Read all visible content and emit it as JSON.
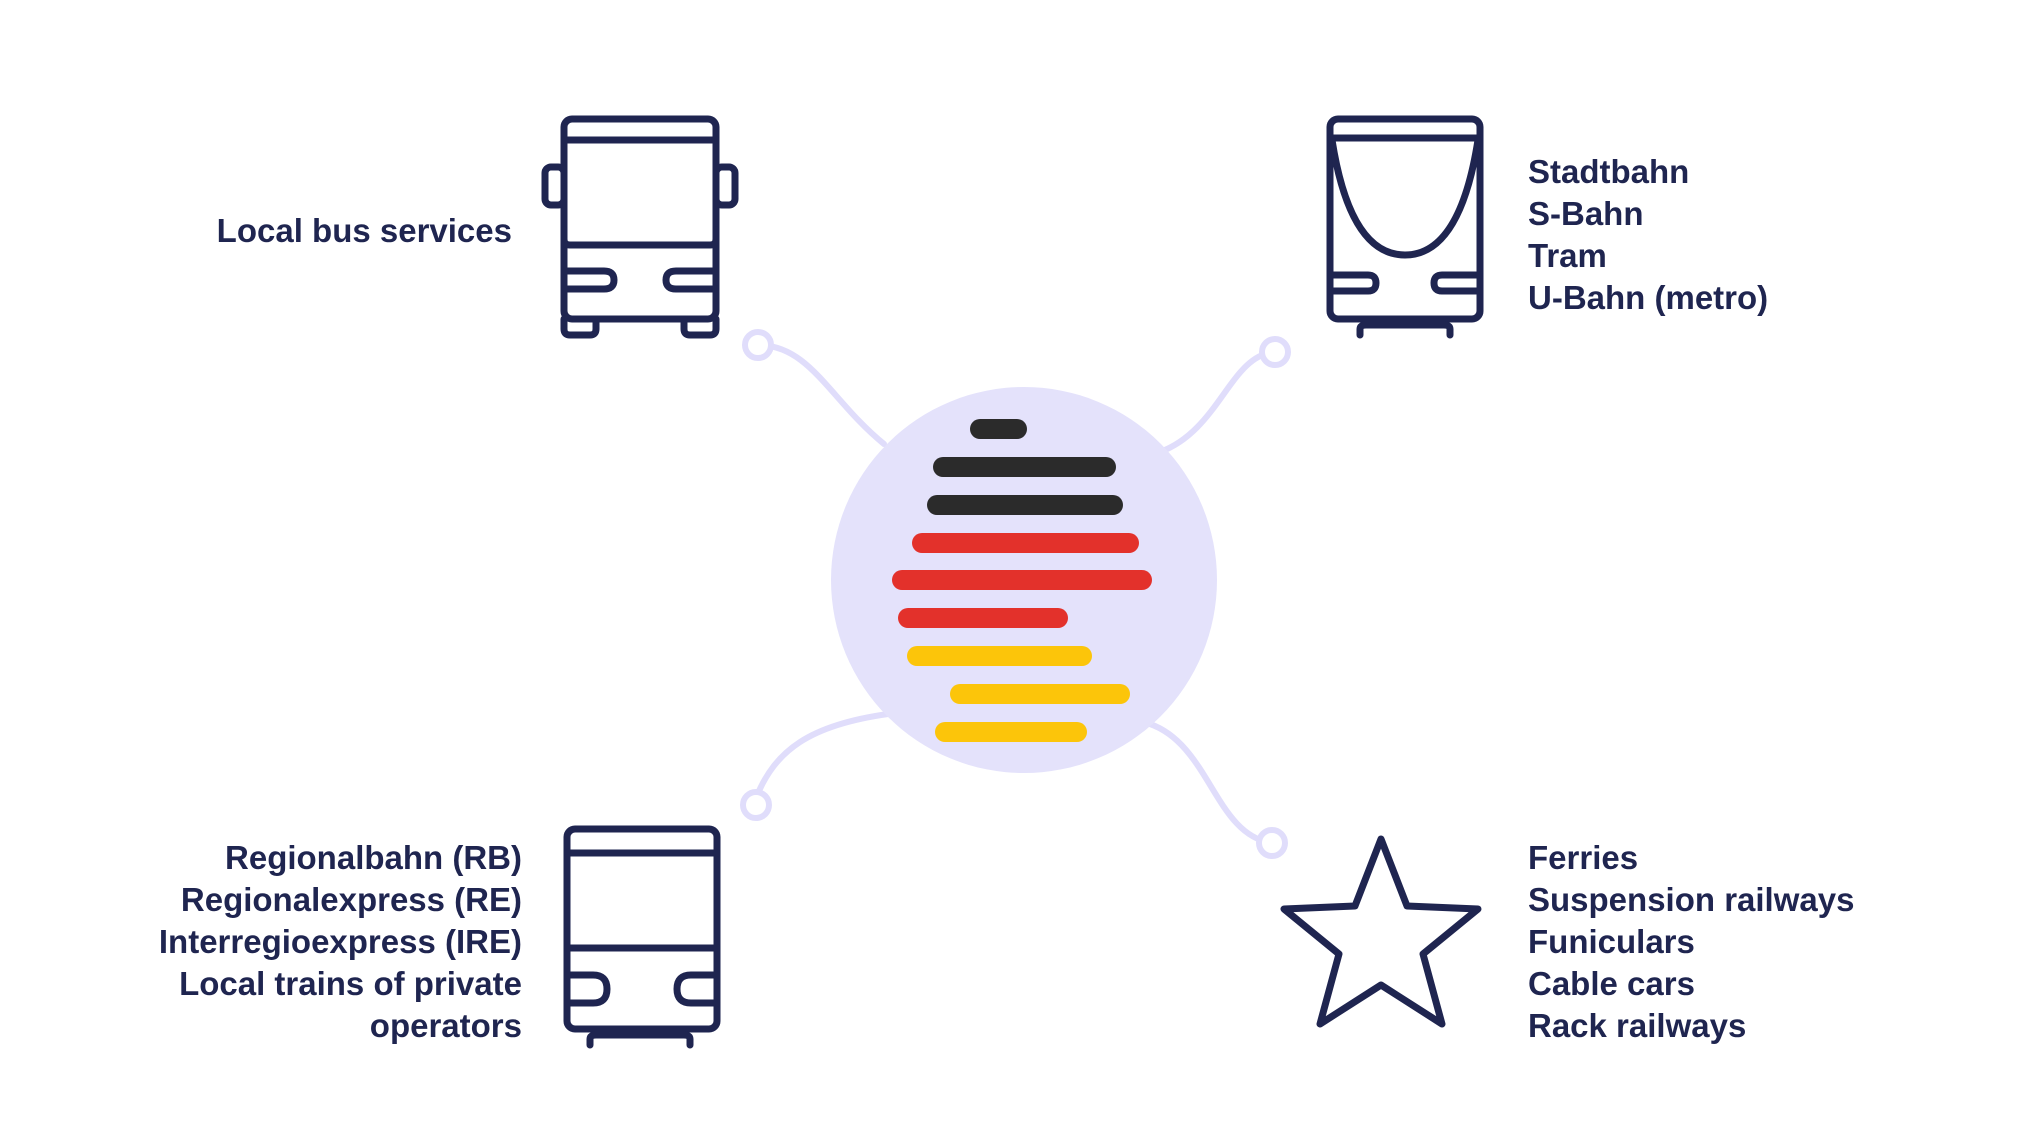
{
  "diagram": {
    "center": {
      "icon": "germany-flag-map-icon",
      "colors": {
        "circle": "#e4e2fb",
        "black": "#2b2b2b",
        "red": "#e3312b",
        "gold": "#fcc50a"
      }
    },
    "connector_color": "#e0ddfb",
    "icon_color": "#1f2550",
    "categories": [
      {
        "id": "bus",
        "icon": "bus-icon",
        "lines": [
          "Local bus services"
        ]
      },
      {
        "id": "urban-rail",
        "icon": "tram-icon",
        "lines": [
          "Stadtbahn",
          "S-Bahn",
          "Tram",
          "U-Bahn (metro)"
        ]
      },
      {
        "id": "regional-rail",
        "icon": "train-icon",
        "lines": [
          "Regionalbahn (RB)",
          "Regionalexpress (RE)",
          "Interregioexpress (IRE)",
          "Local trains of private",
          "operators"
        ]
      },
      {
        "id": "other",
        "icon": "star-icon",
        "lines": [
          "Ferries",
          "Suspension railways",
          "Funiculars",
          "Cable cars",
          "Rack railways"
        ]
      }
    ]
  }
}
